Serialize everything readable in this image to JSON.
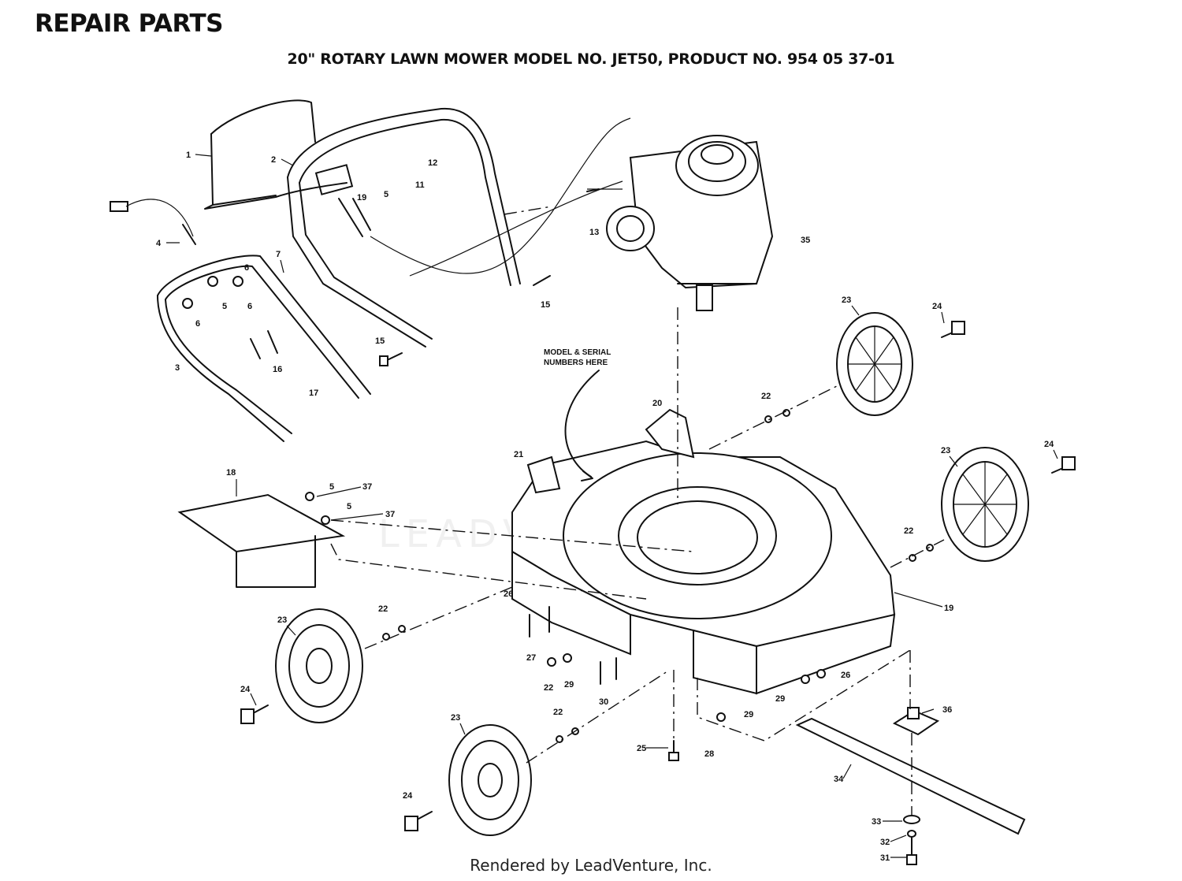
{
  "header": {
    "title": "REPAIR PARTS",
    "subtitle": "20\" ROTARY LAWN MOWER MODEL NO. JET50, PRODUCT NO. 954 05 37-01"
  },
  "diagram": {
    "note": [
      "MODEL & SERIAL",
      "NUMBERS HERE"
    ],
    "watermark": "LEADVENTURE",
    "callouts": [
      {
        "label": "1"
      },
      {
        "label": "2"
      },
      {
        "label": "4"
      },
      {
        "label": "7"
      },
      {
        "label": "6"
      },
      {
        "label": "5"
      },
      {
        "label": "6"
      },
      {
        "label": "6"
      },
      {
        "label": "3"
      },
      {
        "label": "16"
      },
      {
        "label": "17"
      },
      {
        "label": "19"
      },
      {
        "label": "5"
      },
      {
        "label": "11"
      },
      {
        "label": "12"
      },
      {
        "label": "15"
      },
      {
        "label": "15"
      },
      {
        "label": "13"
      },
      {
        "label": "35"
      },
      {
        "label": "23"
      },
      {
        "label": "24"
      },
      {
        "label": "22"
      },
      {
        "label": "20"
      },
      {
        "label": "21"
      },
      {
        "label": "23"
      },
      {
        "label": "24"
      },
      {
        "label": "22"
      },
      {
        "label": "19"
      },
      {
        "label": "18"
      },
      {
        "label": "5"
      },
      {
        "label": "37"
      },
      {
        "label": "5"
      },
      {
        "label": "37"
      },
      {
        "label": "26"
      },
      {
        "label": "27"
      },
      {
        "label": "22"
      },
      {
        "label": "29"
      },
      {
        "label": "30"
      },
      {
        "label": "22"
      },
      {
        "label": "23"
      },
      {
        "label": "24"
      },
      {
        "label": "26"
      },
      {
        "label": "29"
      },
      {
        "label": "29"
      },
      {
        "label": "28"
      },
      {
        "label": "25"
      },
      {
        "label": "22"
      },
      {
        "label": "23"
      },
      {
        "label": "24"
      },
      {
        "label": "36"
      },
      {
        "label": "34"
      },
      {
        "label": "33"
      },
      {
        "label": "32"
      },
      {
        "label": "31"
      }
    ]
  },
  "footer": {
    "rendered_by": "Rendered by LeadVenture, Inc."
  }
}
